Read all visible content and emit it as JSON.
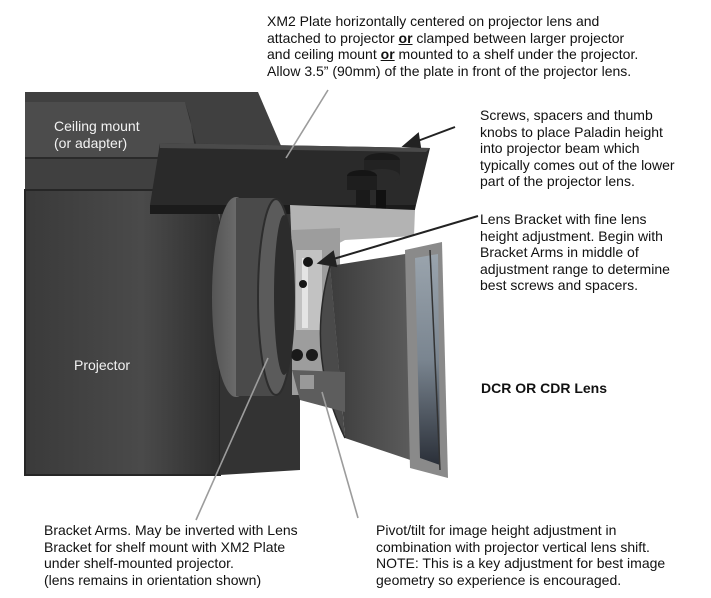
{
  "labels": {
    "xm2_plate": {
      "l1": "XM2 Plate horizontally centered on projector lens and",
      "l2_a": "attached to projector ",
      "l2_b": "or",
      "l2_c": " clamped between larger projector",
      "l3_a": "and ceiling mount ",
      "l3_b": "or",
      "l3_c": " mounted to a shelf under the projector.",
      "l4": "Allow 3.5” (90mm) of the plate in front of the projector lens."
    },
    "screws": {
      "l1": "Screws, spacers and thumb",
      "l2": "knobs to place Paladin height",
      "l3": "into projector beam which",
      "l4": "typically comes out of the lower",
      "l5": "part of the projector lens."
    },
    "lens_bracket": {
      "l1": "Lens Bracket with fine lens",
      "l2": "height adjustment. Begin with",
      "l3": "Bracket Arms in middle of",
      "l4": "adjustment range to determine",
      "l5": "best screws and spacers."
    },
    "ceiling_mount": {
      "l1": "Ceiling mount",
      "l2": "(or adapter)"
    },
    "projector": "Projector",
    "lens_type": "DCR OR CDR Lens",
    "bracket_arms": {
      "l1": "Bracket Arms. May be inverted with Lens",
      "l2": "Bracket for shelf mount with XM2 Plate",
      "l3": "under shelf-mounted projector.",
      "l4": "(lens remains in orientation shown)"
    },
    "pivot": {
      "l1": "Pivot/tilt for image height adjustment in",
      "l2": "combination with projector vertical lens shift.",
      "l3": "NOTE: This is a key adjustment for best image",
      "l4": "geometry so experience is encouraged."
    }
  }
}
